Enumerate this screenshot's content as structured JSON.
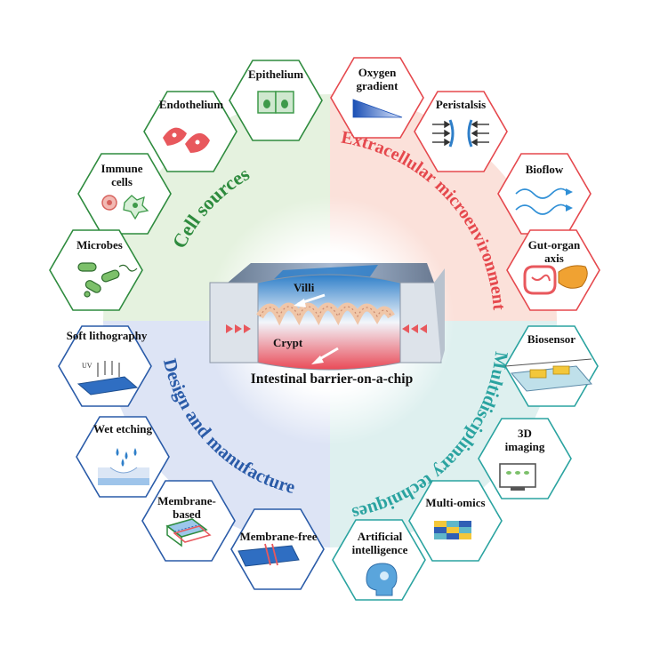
{
  "center": {
    "title": "Intestinal barrier-on-a-chip",
    "villi_label": "Villi",
    "crypt_label": "Crypt"
  },
  "quadrants": {
    "cell_sources": {
      "title": "Cell sources",
      "color": "#2e8b3e",
      "bg": "#e5f2df"
    },
    "extracellular": {
      "title": "Extracellular microenvironment",
      "color": "#e5484d",
      "bg": "#fbe1da"
    },
    "multidisciplinary": {
      "title": "Multidisciplinary techniques",
      "color": "#2aa3a0",
      "bg": "#def0ef"
    },
    "design": {
      "title": "Design and manufacture",
      "color": "#2a5ba8",
      "bg": "#dde4f5"
    }
  },
  "hexes": {
    "epithelium": "Epithelium",
    "endothelium": "Endothelium",
    "immune_cells": "Immune cells",
    "microbes": "Microbes",
    "oxygen_gradient": "Oxygen gradient",
    "peristalsis": "Peristalsis",
    "bioflow": "Bioflow",
    "gut_organ_axis": "Gut-organ axis",
    "biosensor": "Biosensor",
    "imaging_3d": "3D imaging",
    "multi_omics": "Multi-omics",
    "artificial_intelligence": "Artificial intelligence",
    "membrane_free": "Membrane-free",
    "membrane_based": "Membrane-based",
    "wet_etching": "Wet etching",
    "soft_lithography": "Soft lithography",
    "uv_label": "UV"
  }
}
